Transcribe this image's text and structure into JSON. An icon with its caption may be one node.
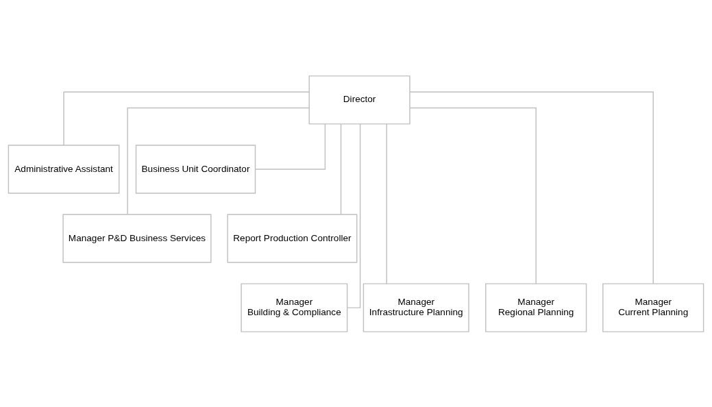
{
  "diagram": {
    "nodes": [
      {
        "text": [
          "Director"
        ]
      },
      {
        "text": [
          "Administrative Assistant"
        ]
      },
      {
        "text": [
          "Business Unit Coordinator"
        ]
      },
      {
        "text": [
          "Manager P&D Business Services"
        ]
      },
      {
        "text": [
          "Report Production Controller"
        ]
      },
      {
        "text": [
          "Manager",
          "Building & Compliance"
        ]
      },
      {
        "text": [
          "Manager",
          "Infrastructure Planning"
        ]
      },
      {
        "text": [
          "Manager",
          "Regional Planning"
        ]
      },
      {
        "text": [
          "Manager",
          "Current Planning"
        ]
      }
    ],
    "edges": [
      {
        "from": 0,
        "to": 1,
        "arrow": "none"
      },
      {
        "from": 0,
        "to": 2,
        "arrow": "none"
      },
      {
        "from": 0,
        "to": 3,
        "arrow": "none"
      },
      {
        "from": 0,
        "to": 4,
        "arrow": "none"
      },
      {
        "from": 0,
        "to": 5,
        "arrow": "none"
      },
      {
        "from": 0,
        "to": 6,
        "arrow": "none"
      },
      {
        "from": 0,
        "to": 7,
        "arrow": "none"
      },
      {
        "from": 0,
        "to": 8,
        "arrow": "none"
      }
    ]
  }
}
